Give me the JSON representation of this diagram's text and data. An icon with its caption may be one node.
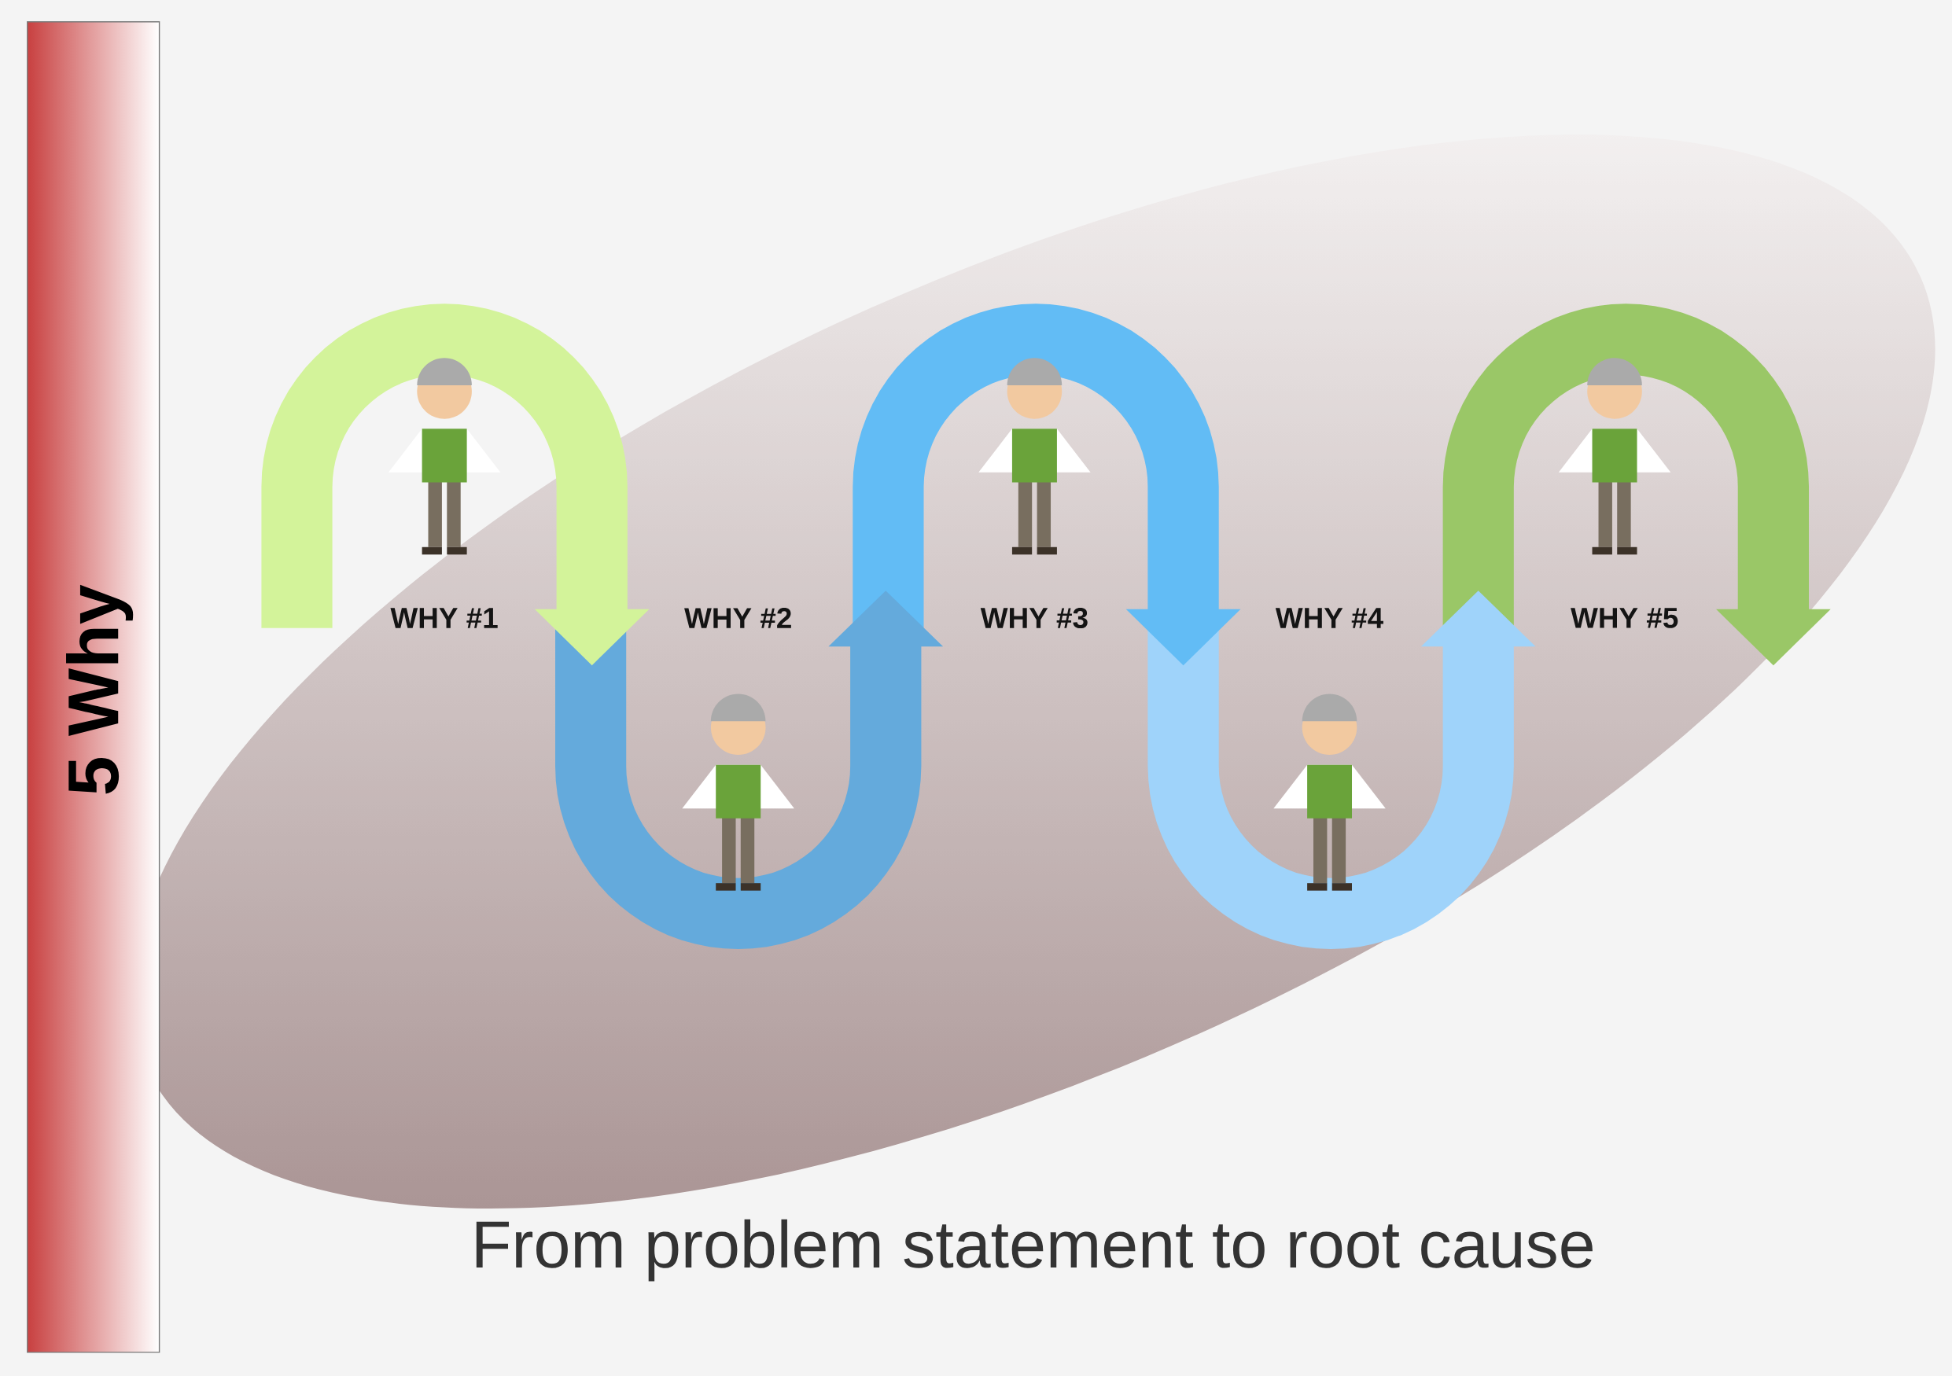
{
  "diagram": {
    "title": "5 Why",
    "caption": "From problem statement to root cause",
    "labels": [
      "WHY #1",
      "WHY #2",
      "WHY #3",
      "WHY #4",
      "WHY #5"
    ]
  }
}
